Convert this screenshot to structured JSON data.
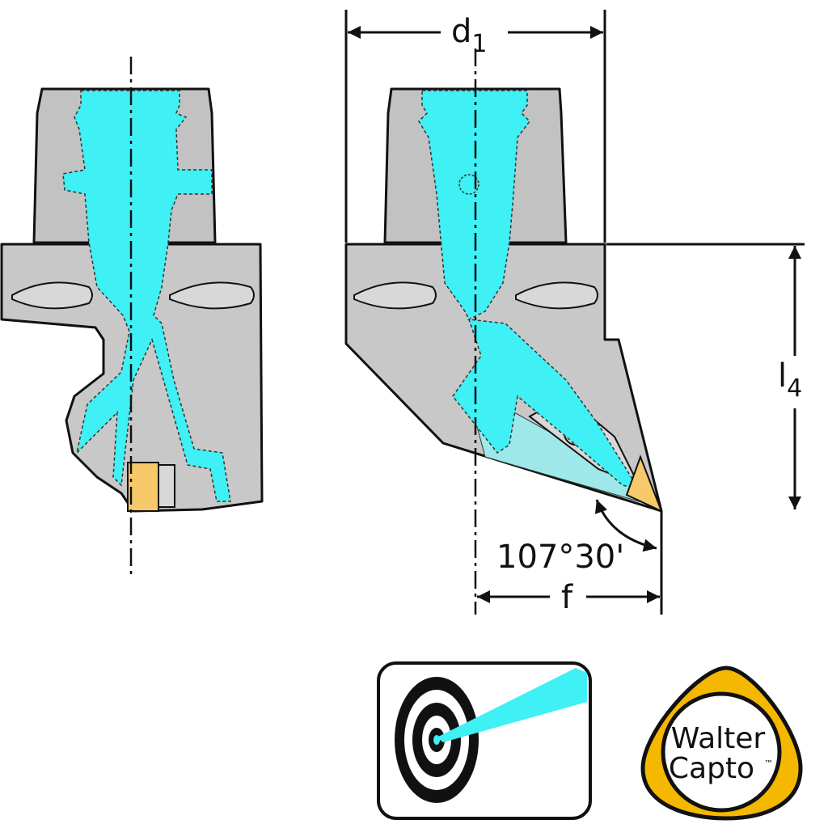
{
  "dimensions": {
    "d1": {
      "main": "d",
      "sub": "1"
    },
    "l4": {
      "main": "l",
      "sub": "4"
    },
    "angle": "107°30'",
    "f": "f"
  },
  "colors": {
    "coolant": "#3ff0f5",
    "body": "#c8c8c8",
    "insert": "#f6c96a",
    "logo_ring": "#f5b800"
  },
  "icons": {
    "coolant_icon": "target-with-coolant-jet-icon"
  },
  "logo": {
    "line1": "Walter",
    "line2": "Capto",
    "mark": "™"
  }
}
